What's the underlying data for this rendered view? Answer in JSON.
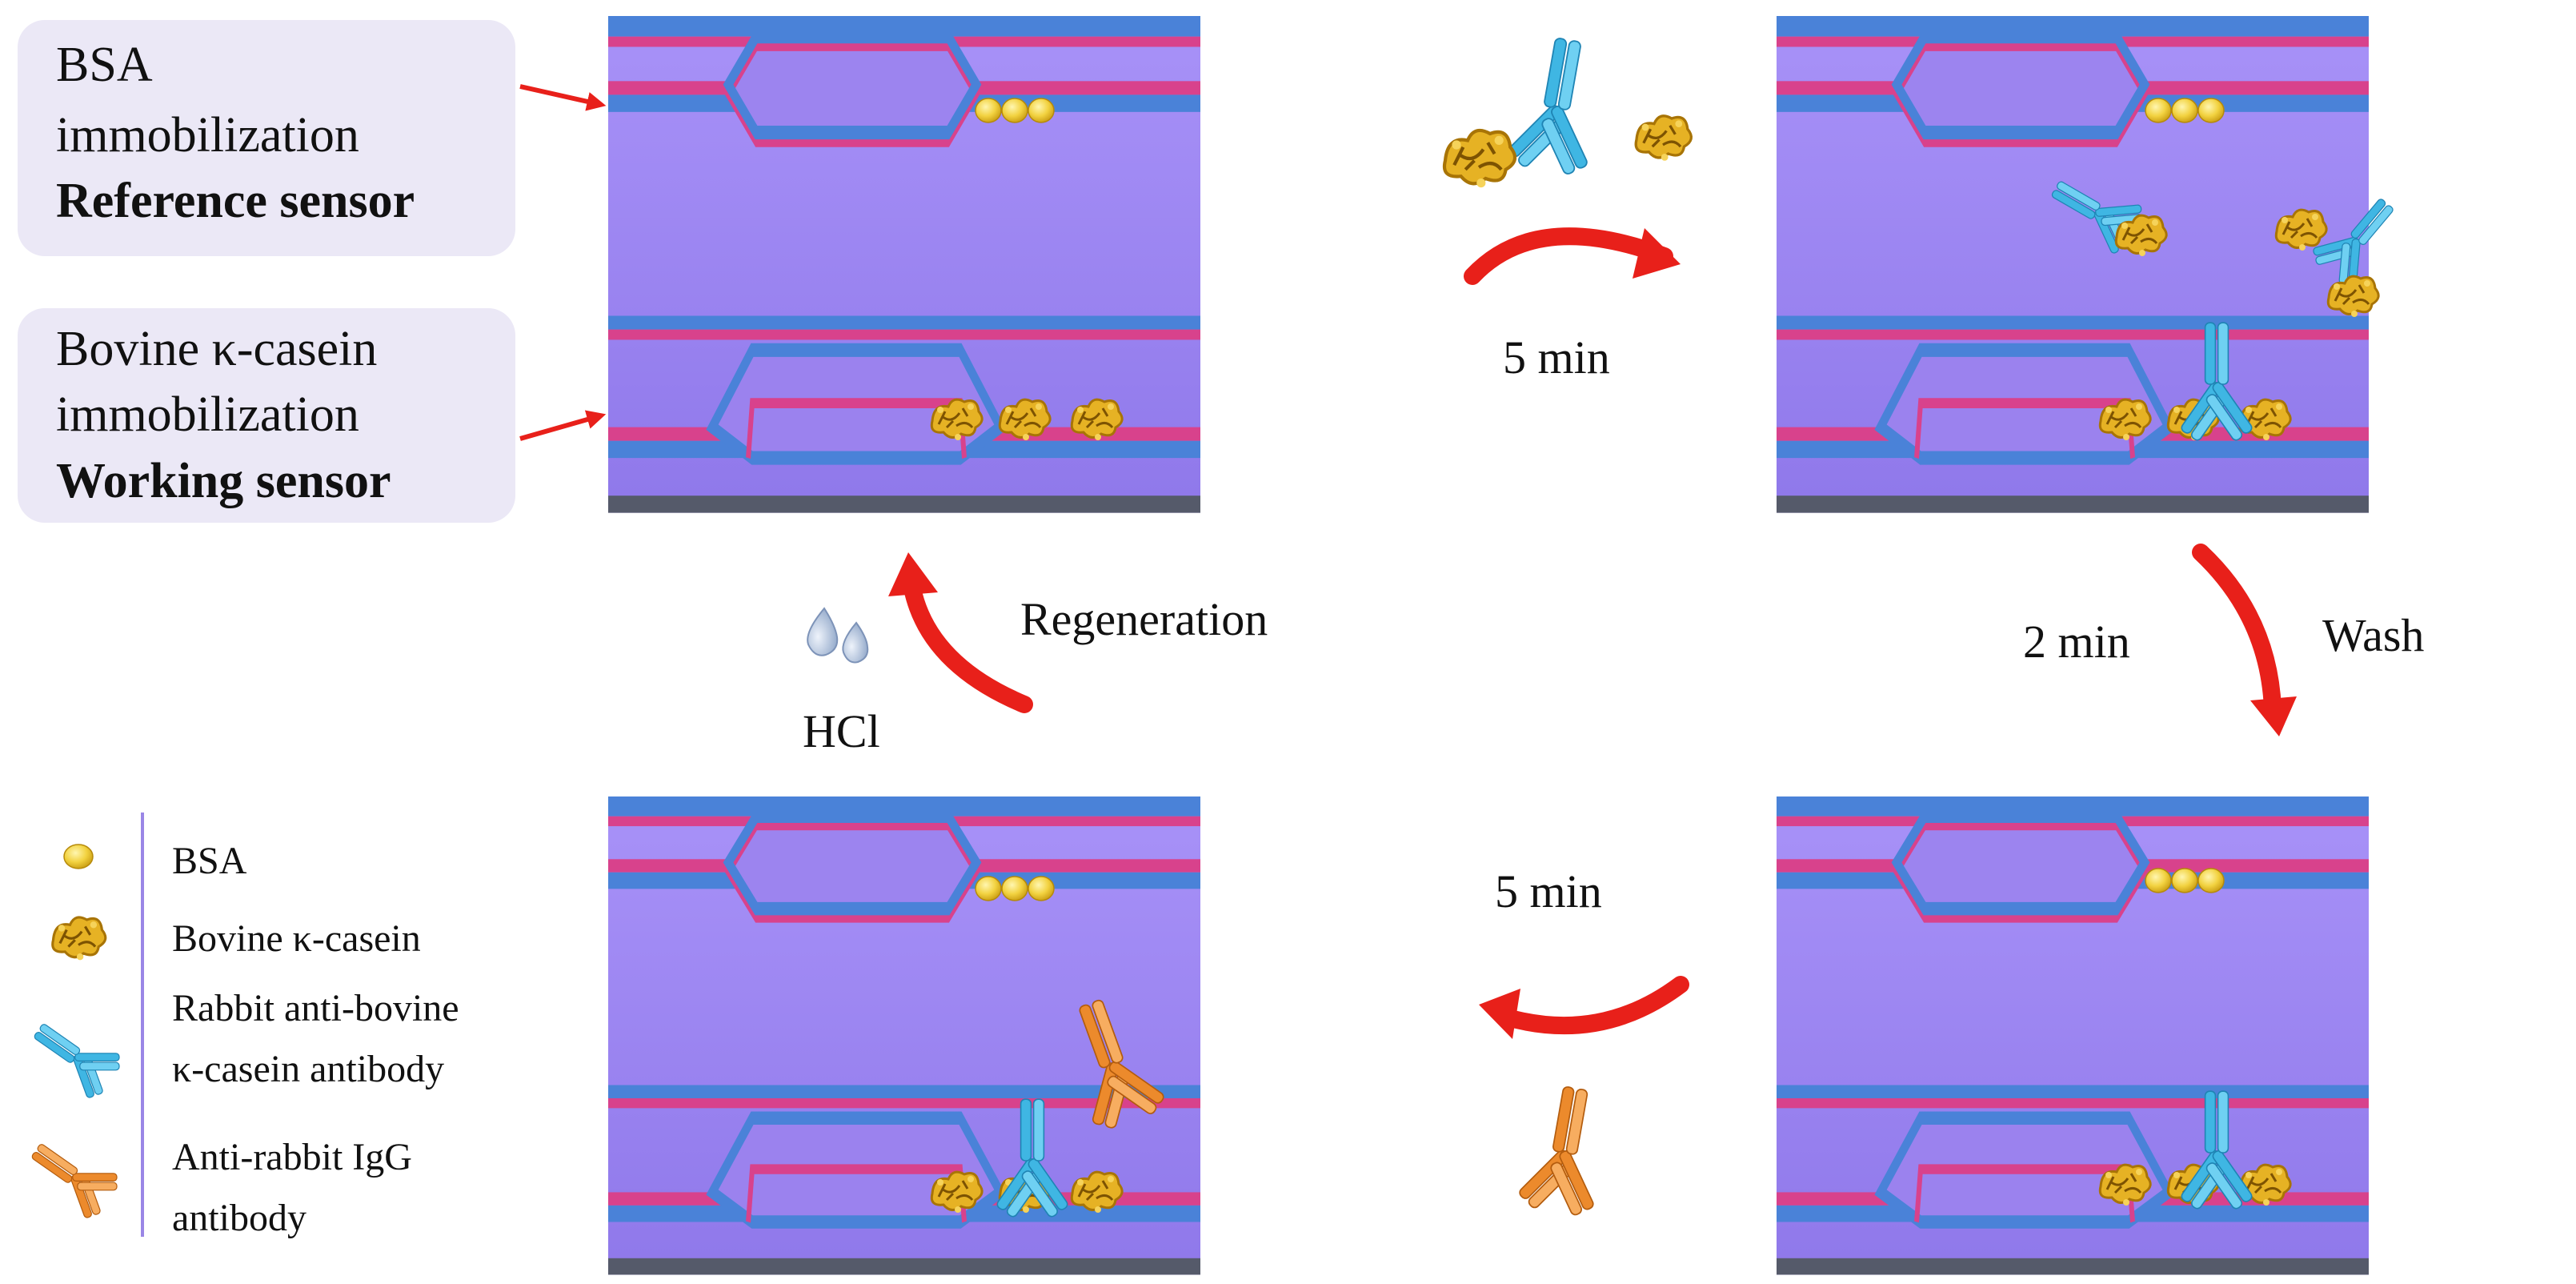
{
  "labels": {
    "reference": {
      "line1": "BSA",
      "line2": "immobilization",
      "line3": "Reference sensor"
    },
    "working": {
      "line1": "Bovine κ-casein",
      "line2": "immobilization",
      "line3": "Working sensor"
    }
  },
  "steps": {
    "incubate_1": "5 min",
    "wash_time": "2 min",
    "wash": "Wash",
    "incubate_2": "5 min",
    "regeneration": "Regeneration",
    "hcl": "HCl"
  },
  "legend": {
    "bsa": "BSA",
    "casein": "Bovine κ-casein",
    "rabbit_line1": "Rabbit  anti-bovine",
    "rabbit_line2": "κ-casein antibody",
    "antirabbit_line1": "Anti-rabbit  IgG",
    "antirabbit_line2": "antibody"
  },
  "colors": {
    "chip_purple": "#9c86f2",
    "waveguide_blue": "#4a82d8",
    "cladding_pink": "#d8428c",
    "bsa_gold": "#f1cf3c",
    "casein_gold": "#e0a91c",
    "rabbit_antibody": "#3fb8e4",
    "antirabbit_antibody": "#ee8a2e",
    "arrow_red": "#e8201a",
    "label_box": "#ebe8f6"
  }
}
